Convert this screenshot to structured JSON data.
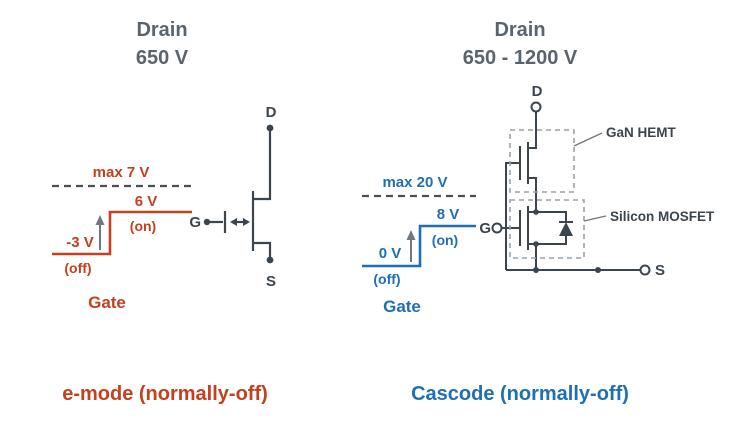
{
  "colors": {
    "left_accent": "#c5401f",
    "right_accent": "#1f6fb6",
    "heading_gray": "#5a646e",
    "circuit_dark": "#3c454d",
    "dashed_line": "#4a4f54",
    "arrow_gray": "#70777e",
    "box_dash_gray": "#9aa1a8",
    "background": "#ffffff"
  },
  "left": {
    "heading": {
      "line1": "Drain",
      "line2": "650 V"
    },
    "waveform": {
      "max_label": "max 7 V",
      "off_value": "-3 V",
      "off_state": "(off)",
      "on_value": "6 V",
      "on_state": "(on)",
      "axis_label": "Gate"
    },
    "transistor": {
      "drain": "D",
      "gate": "G",
      "source": "S"
    },
    "caption": "e-mode (normally-off)"
  },
  "right": {
    "heading": {
      "line1": "Drain",
      "line2": "650 - 1200 V"
    },
    "waveform": {
      "max_label": "max 20 V",
      "off_value": "0 V",
      "off_state": "(off)",
      "on_value": "8 V",
      "on_state": "(on)",
      "axis_label": "Gate"
    },
    "circuit": {
      "drain": "D",
      "gate": "G",
      "source": "S",
      "gan_label": "GaN HEMT",
      "mosfet_label": "Silicon MOSFET"
    },
    "caption": "Cascode (normally-off)"
  }
}
